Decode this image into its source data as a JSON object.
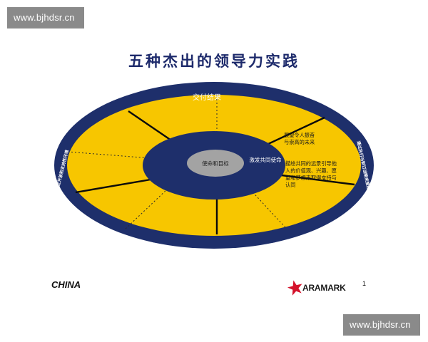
{
  "watermark": {
    "top": "www.bjhdsr.cn",
    "bottom": "www.bjhdsr.cn"
  },
  "title": "五种杰出的领导力实践",
  "diagram": {
    "top_ring_label": "交付结果",
    "left_ring_label": "建立开放和支持性环境",
    "right_ring_label": "通过执行与制订战略来推进组织",
    "center_label": "使命和目标",
    "inner_right_label": "激发共同使命",
    "vision_text": [
      "展望令人振奋",
      "与崇高的未来"
    ],
    "detail_text": [
      "描绘共同的远景引导他",
      "人的价值观、兴趣、愿",
      "望和梦想来取得支持与",
      "认同"
    ],
    "colors": {
      "outer_ring": "#1e2f6b",
      "segment": "#f7c600",
      "inner_ring": "#1e2f6b",
      "center": "#a3a3a3",
      "divider": "#0b0b0b"
    }
  },
  "footer": {
    "left_text": "CHINA",
    "brand": "ARAMARK",
    "page_number": "1",
    "brand_star_color": "#d4122b"
  }
}
